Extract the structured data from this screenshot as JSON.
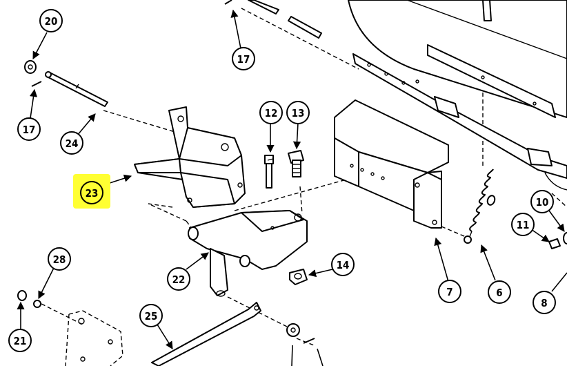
{
  "diagram": {
    "callouts": [
      {
        "id": "c20",
        "label": "20",
        "highlighted": false
      },
      {
        "id": "c17a",
        "label": "17",
        "highlighted": false
      },
      {
        "id": "c17b",
        "label": "17",
        "highlighted": false
      },
      {
        "id": "c24",
        "label": "24",
        "highlighted": false
      },
      {
        "id": "c23",
        "label": "23",
        "highlighted": true
      },
      {
        "id": "c12",
        "label": "12",
        "highlighted": false
      },
      {
        "id": "c13",
        "label": "13",
        "highlighted": false
      },
      {
        "id": "c22",
        "label": "22",
        "highlighted": false
      },
      {
        "id": "c14",
        "label": "14",
        "highlighted": false
      },
      {
        "id": "c28",
        "label": "28",
        "highlighted": false
      },
      {
        "id": "c21",
        "label": "21",
        "highlighted": false
      },
      {
        "id": "c25",
        "label": "25",
        "highlighted": false
      },
      {
        "id": "c7",
        "label": "7",
        "highlighted": false
      },
      {
        "id": "c6",
        "label": "6",
        "highlighted": false
      },
      {
        "id": "c10",
        "label": "10",
        "highlighted": false
      },
      {
        "id": "c11",
        "label": "11",
        "highlighted": false
      },
      {
        "id": "c8",
        "label": "8",
        "highlighted": false
      }
    ]
  },
  "colors": {
    "highlight": "#ffff33",
    "ink": "#000000",
    "paper": "#ffffff"
  }
}
